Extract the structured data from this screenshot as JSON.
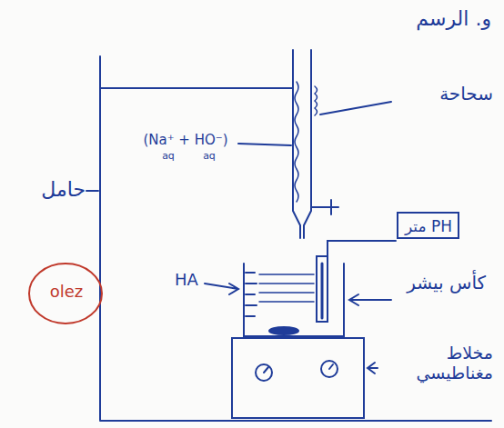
{
  "diagram": {
    "title": "و. الرسم",
    "nodes": [
      {
        "text": [
          "PH متر"
        ]
      }
    ],
    "labels": [
      "سحاحة",
      "(Na⁺ + HO⁻)",
      "aq",
      "aq",
      "حامل",
      "olez",
      "HA",
      "كأس بيشر",
      "مخلاط مغناطيسي"
    ]
  }
}
